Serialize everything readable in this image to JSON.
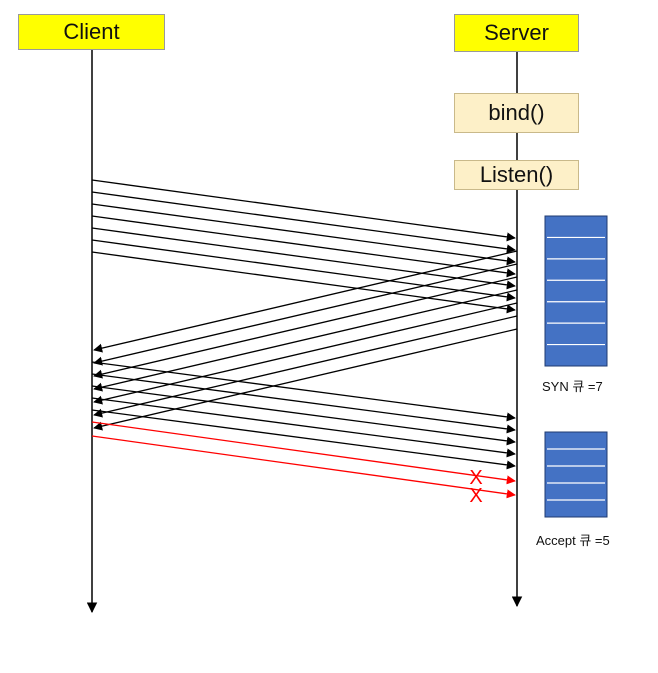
{
  "client": {
    "label": "Client"
  },
  "server": {
    "label": "Server"
  },
  "calls": [
    {
      "label": "bind()"
    },
    {
      "label": "Listen()"
    }
  ],
  "syn_queue": {
    "label": "SYN 큐 =7",
    "slots": 7
  },
  "accept_queue": {
    "label": "Accept 큐 =5",
    "slots": 5
  },
  "messages": {
    "syn_count": 7,
    "synack_count": 7,
    "ack_count": 5,
    "dropped_count": 2,
    "drop_mark": "X"
  },
  "colors": {
    "actor_fill": "#ffff00",
    "call_fill": "#fdf0c8",
    "queue_fill": "#4472c4",
    "arrow": "#000000",
    "dropped_arrow": "#ff0000"
  }
}
